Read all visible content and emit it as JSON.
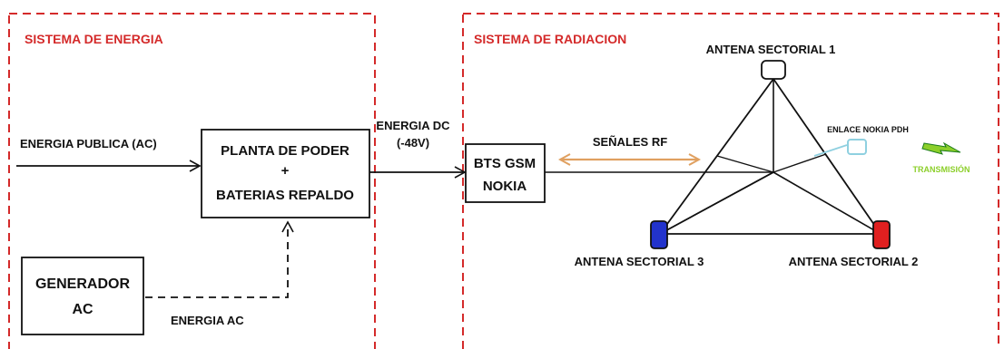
{
  "energy_section": {
    "title": "SISTEMA DE ENERGIA",
    "public_energy_label": "ENERGIA PUBLICA (AC)",
    "power_plant_line1": "PLANTA DE PODER",
    "power_plant_line2": "+",
    "power_plant_line3": "BATERIAS REPALDO",
    "generator_line1": "GENERADOR",
    "generator_line2": "AC",
    "ac_energy_label": "ENERGIA AC"
  },
  "link": {
    "dc_energy_line1": "ENERGIA DC",
    "dc_energy_line2": "(-48V)"
  },
  "radiation_section": {
    "title": "SISTEMA DE RADIACION",
    "bts_line1": "BTS GSM",
    "bts_line2": "NOKIA",
    "rf_signals_label": "SEÑALES RF",
    "antenna_1_label": "ANTENA SECTORIAL 1",
    "antenna_2_label": "ANTENA SECTORIAL 2",
    "antenna_3_label": "ANTENA SECTORIAL 3",
    "pdh_link_label": "ENLACE NOKIA PDH",
    "transmission_label": "TRANSMISIÓN"
  },
  "icons": {
    "transmission": "lightning-bolt-icon",
    "antenna": "antenna-icon"
  },
  "colors": {
    "section_border": "#d42a2a",
    "section_title": "#d42a2a",
    "rf_arrow": "#e0a060",
    "antenna_1": "#ffffff",
    "antenna_2": "#e02020",
    "antenna_3": "#2233cc",
    "pdh_dish": "#8fd0e0",
    "transmission": "#8ccf2a"
  }
}
